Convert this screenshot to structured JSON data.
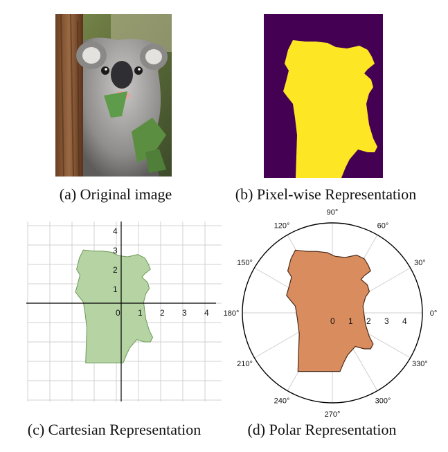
{
  "figure": {
    "captions": {
      "a": "(a) Original image",
      "b": "(b) Pixel-wise Representation",
      "c": "(c) Cartesian Representation",
      "d": "(d) Polar Representation"
    }
  },
  "colors": {
    "mask_background": "#440154",
    "mask_foreground": "#fde725",
    "cartesian_fill": "#b6d3a4",
    "cartesian_stroke": "#6a9a55",
    "polar_fill": "#d98c5e",
    "polar_stroke": "#4a2a18",
    "grid": "#d0d0d0"
  },
  "cartesian": {
    "x_ticks": [
      "0",
      "1",
      "2",
      "3",
      "4"
    ],
    "y_ticks": [
      "1",
      "2",
      "3",
      "4"
    ]
  },
  "polar": {
    "angle_labels": [
      "0°",
      "30°",
      "60°",
      "90°",
      "120°",
      "150°",
      "180°",
      "210°",
      "240°",
      "270°",
      "300°",
      "330°"
    ],
    "radial_labels": [
      "0",
      "1",
      "2",
      "3",
      "4"
    ]
  },
  "chart_data": [
    {
      "type": "scatter",
      "title": "",
      "xlabel": "",
      "ylabel": "",
      "x_ticks": [
        0,
        1,
        2,
        3,
        4
      ],
      "y_ticks": [
        1,
        2,
        3,
        4
      ],
      "grid": true
    },
    {
      "type": "scatter",
      "title": "",
      "angle_ticks_deg": [
        0,
        30,
        60,
        90,
        120,
        150,
        180,
        210,
        240,
        270,
        300,
        330
      ],
      "radial_ticks": [
        0,
        1,
        2,
        3,
        4
      ],
      "grid": true
    }
  ]
}
